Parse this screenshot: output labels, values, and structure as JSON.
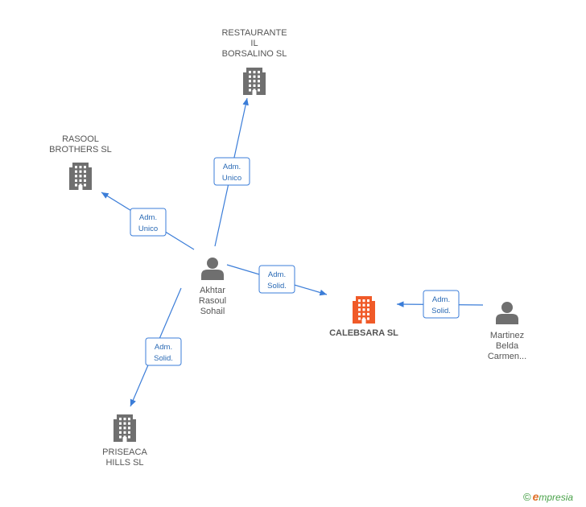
{
  "colors": {
    "edge": "#3b7dd8",
    "edge_box_border": "#3b7dd8",
    "company_icon": "#6f6f6f",
    "main_company_icon": "#f05a28",
    "person_icon": "#6f6f6f"
  },
  "nodes": [
    {
      "id": "restaurante",
      "type": "company",
      "label_lines": [
        "RESTAURANTE",
        "IL",
        "BORSALINO SL"
      ]
    },
    {
      "id": "rasool",
      "type": "company",
      "label_lines": [
        "RASOOL",
        "BROTHERS  SL"
      ]
    },
    {
      "id": "akhtar",
      "type": "person",
      "label_lines": [
        "Akhtar",
        "Rasoul",
        "Sohail"
      ]
    },
    {
      "id": "calebsara",
      "type": "main-company",
      "label_lines": [
        "CALEBSARA SL"
      ]
    },
    {
      "id": "martinez",
      "type": "person",
      "label_lines": [
        "Martinez",
        "Belda",
        "Carmen..."
      ]
    },
    {
      "id": "priseaca",
      "type": "company",
      "label_lines": [
        "PRISEACA",
        "HILLS SL"
      ]
    }
  ],
  "edges": [
    {
      "from": "akhtar",
      "to": "restaurante",
      "label_lines": [
        "Adm.",
        "Unico"
      ]
    },
    {
      "from": "akhtar",
      "to": "rasool",
      "label_lines": [
        "Adm.",
        "Unico"
      ]
    },
    {
      "from": "akhtar",
      "to": "calebsara",
      "label_lines": [
        "Adm.",
        "Solid."
      ]
    },
    {
      "from": "akhtar",
      "to": "priseaca",
      "label_lines": [
        "Adm.",
        "Solid."
      ]
    },
    {
      "from": "martinez",
      "to": "calebsara",
      "label_lines": [
        "Adm.",
        "Solid."
      ]
    }
  ],
  "brand": {
    "copyright": "©",
    "e": "e",
    "rest": "mpresia"
  }
}
